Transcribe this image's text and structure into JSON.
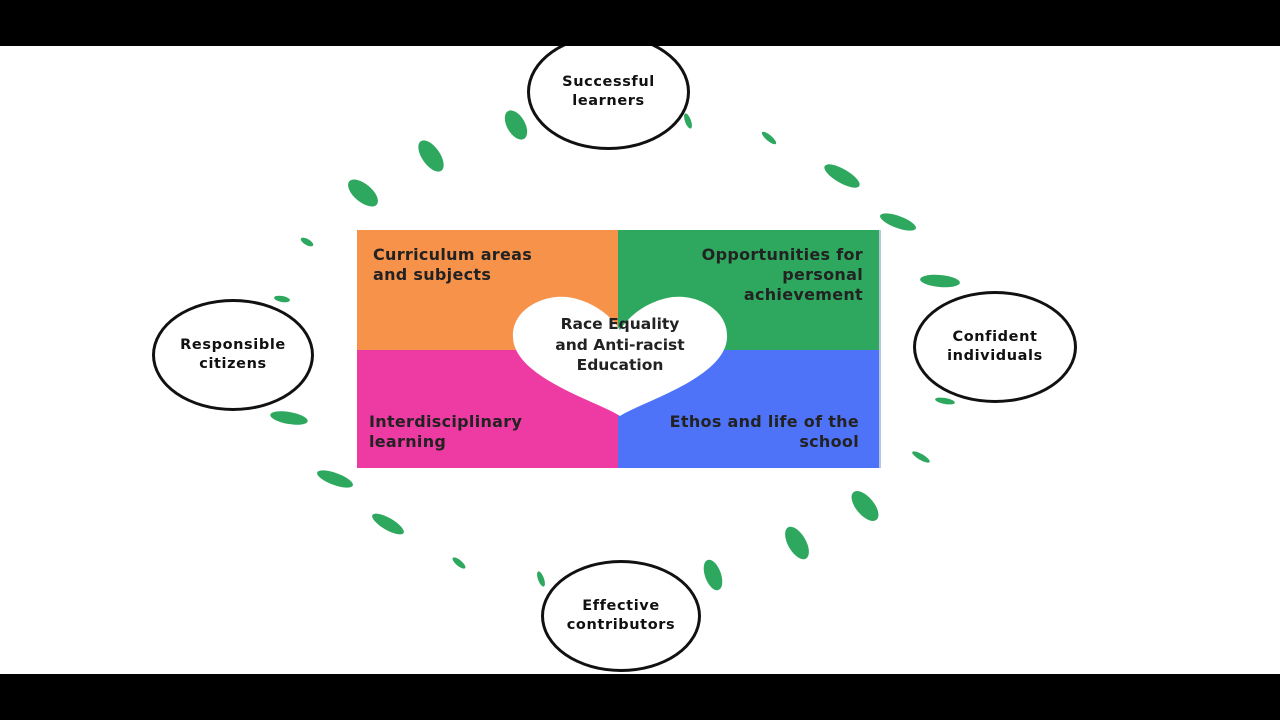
{
  "diagram": {
    "center": {
      "label": "Race Equality and Anti-racist Education",
      "lines": [
        "Race Equality",
        "and Anti-racist",
        "Education"
      ],
      "color": "#ffffff"
    },
    "quadrants": [
      {
        "id": "top-left",
        "lines": [
          "Curriculum areas",
          "and subjects"
        ],
        "color": "#f7924a"
      },
      {
        "id": "top-right",
        "lines": [
          "Opportunities for",
          "personal",
          "achievement"
        ],
        "color": "#2ea85f"
      },
      {
        "id": "bottom-left",
        "lines": [
          "Interdisciplinary",
          "learning"
        ],
        "color": "#ee3ba3"
      },
      {
        "id": "bottom-right",
        "lines": [
          "Ethos and life of the",
          "school"
        ],
        "color": "#4f73f8"
      }
    ],
    "capacities": [
      {
        "id": "top",
        "lines": [
          "Successful",
          "learners"
        ]
      },
      {
        "id": "left",
        "lines": [
          "Responsible",
          "citizens"
        ]
      },
      {
        "id": "right",
        "lines": [
          "Confident",
          "individuals"
        ]
      },
      {
        "id": "bottom",
        "lines": [
          "Effective",
          "contributors"
        ]
      }
    ],
    "leaf_color": "#2ea85f",
    "leaf_icon": "leaf-icon"
  }
}
